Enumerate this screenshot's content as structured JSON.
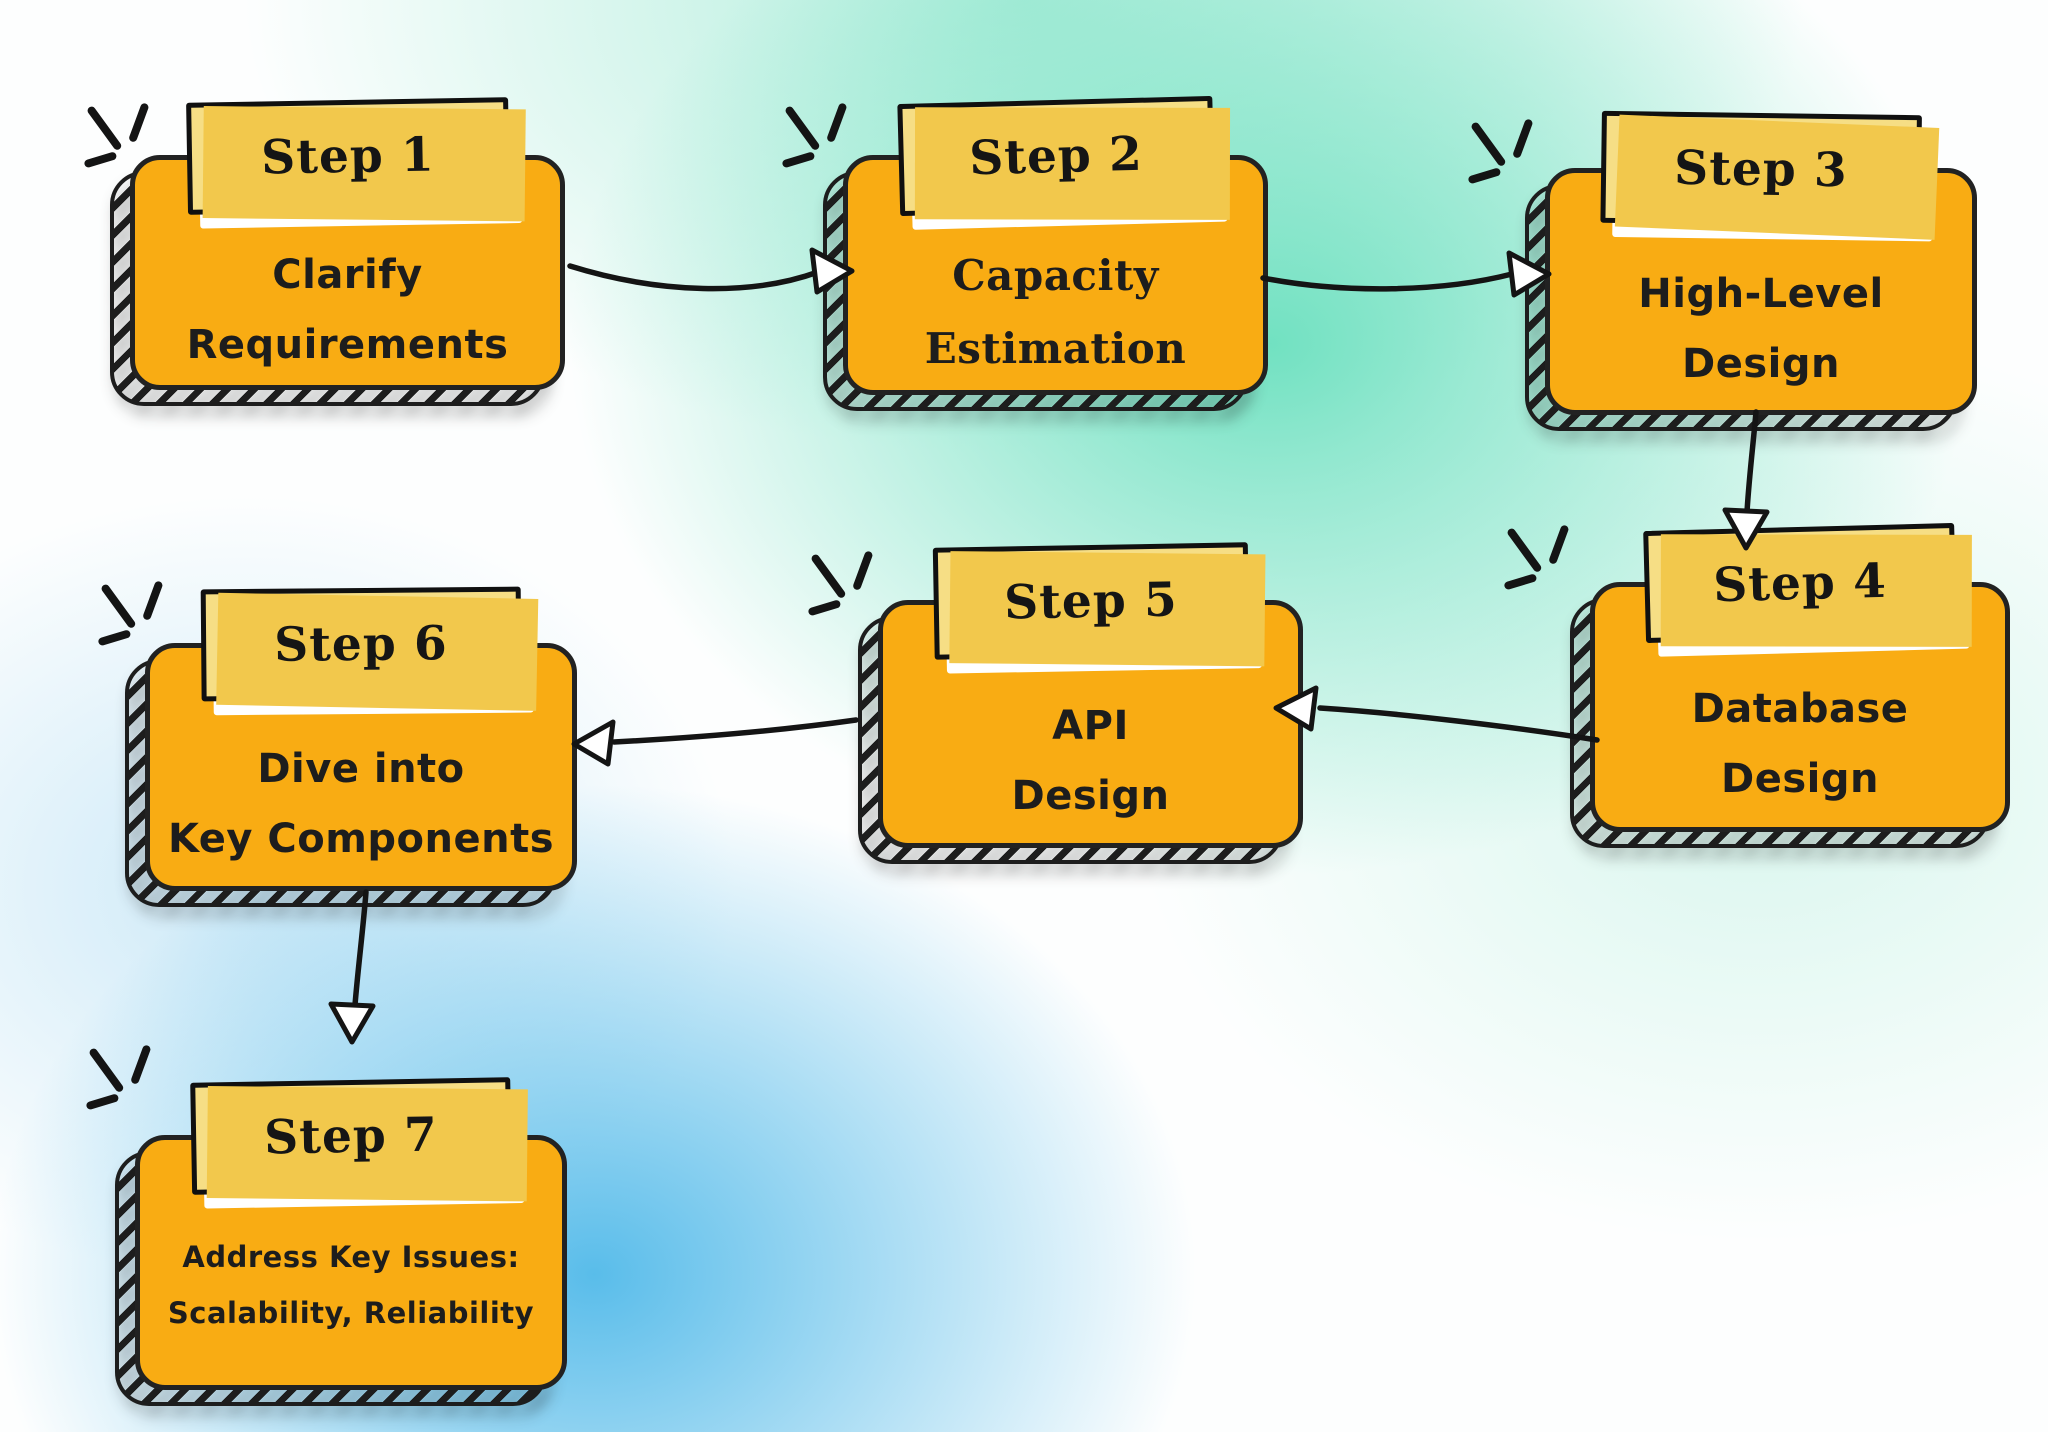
{
  "diagram": {
    "steps": [
      {
        "label": "Step 1",
        "title": "Clarify\nRequirements"
      },
      {
        "label": "Step 2",
        "title": "Capacity\nEstimation"
      },
      {
        "label": "Step 3",
        "title": "High-Level\nDesign"
      },
      {
        "label": "Step 4",
        "title": "Database\nDesign"
      },
      {
        "label": "Step 5",
        "title": "API\nDesign"
      },
      {
        "label": "Step 6",
        "title": "Dive into\nKey Components"
      },
      {
        "label": "Step 7",
        "title": "Address Key Issues:\nScalability, Reliability"
      }
    ],
    "connections": [
      {
        "from": "Step 1",
        "to": "Step 2"
      },
      {
        "from": "Step 2",
        "to": "Step 3"
      },
      {
        "from": "Step 3",
        "to": "Step 4"
      },
      {
        "from": "Step 4",
        "to": "Step 5"
      },
      {
        "from": "Step 5",
        "to": "Step 6"
      },
      {
        "from": "Step 6",
        "to": "Step 7"
      }
    ],
    "colors": {
      "box_fill": "#F9AC13",
      "label_fill": "#F6DE85",
      "label_back_patch": "#F2C84C",
      "ink": "#1D1D1D",
      "label_shadow": "#FFFFFF",
      "bg_teal": "#6CE0BF",
      "bg_blue": "#50B9E9"
    }
  }
}
